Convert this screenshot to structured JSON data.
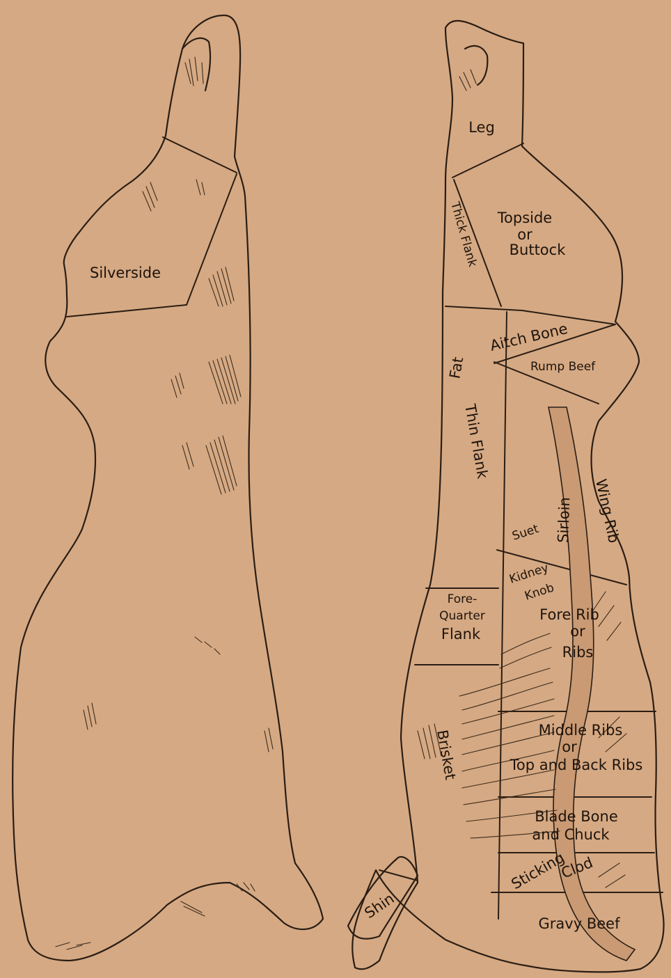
{
  "background_color": "#d5a983",
  "ink_color": "#2a1d14",
  "left_side": {
    "labels": {
      "silverside": "Silverside"
    }
  },
  "right_side": {
    "labels": {
      "leg": "Leg",
      "topside_1": "Topside",
      "topside_2": "or",
      "topside_3": "Buttock",
      "thick_flank": "Thick Flank",
      "aitch_bone": "Aitch Bone",
      "rump_beef": "Rump Beef",
      "fat": "Fat",
      "thin_flank": "Thin Flank",
      "sirloin": "Sirloin",
      "wing_rib": "Wing Rib",
      "suet": "Suet",
      "kidney": "Kidney",
      "knob": "Knob",
      "fore_quarter_flank_1": "Fore-",
      "fore_quarter_flank_2": "Quarter",
      "fore_quarter_flank_3": "Flank",
      "fore_rib_1": "Fore Rib",
      "fore_rib_2": "or",
      "fore_rib_3": "Ribs",
      "middle_ribs_1": "Middle Ribs",
      "middle_ribs_2": "or",
      "middle_ribs_3": "Top and Back Ribs",
      "brisket": "Brisket",
      "blade_bone_1": "Blade Bone",
      "blade_bone_2": "and Chuck",
      "sticking": "Sticking",
      "clod": "Clod",
      "gravy_beef": "Gravy Beef",
      "shin": "Shin"
    }
  }
}
